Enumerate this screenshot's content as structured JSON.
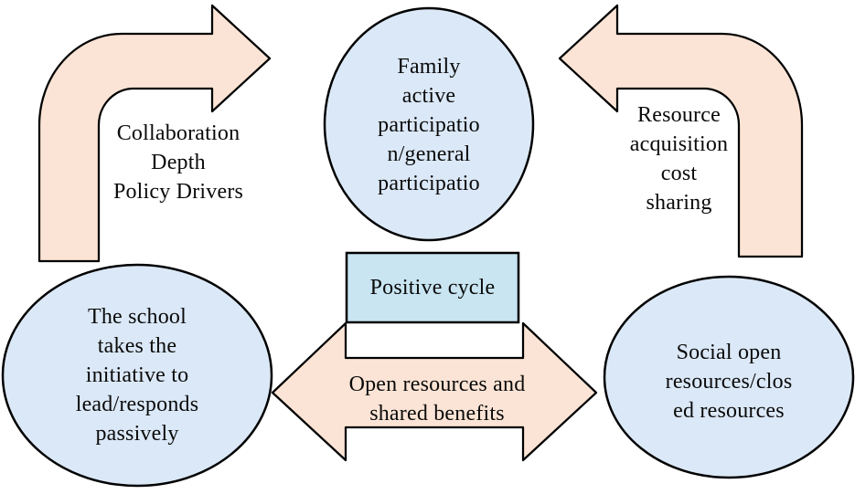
{
  "title": "Positive cycle diagram of school-family open resource collaboration",
  "colors": {
    "ellipse_fill": "#dbe8f7",
    "box_fill": "#c9e5f2",
    "arrow_fill": "#fbe4d5",
    "outline": "#000000",
    "background": "#ffffff",
    "text": "#0a0a0a"
  },
  "nodes": {
    "family": {
      "role": "top ellipse",
      "lines": [
        "Family",
        "active",
        "participatio",
        "n/general",
        "participatio"
      ]
    },
    "school": {
      "role": "bottom-left ellipse",
      "lines": [
        "The school",
        "takes the",
        "initiative to",
        "lead/responds",
        "passively"
      ]
    },
    "social": {
      "role": "bottom-right ellipse",
      "lines": [
        "Social open",
        "resources/clos",
        "ed resources"
      ]
    },
    "positive_cycle": {
      "role": "center box",
      "label": "Positive cycle"
    },
    "open_resources": {
      "role": "double-arrow label",
      "lines": [
        "Open resources and",
        "shared benefits"
      ]
    },
    "collaboration": {
      "role": "left curved-arrow label",
      "lines": [
        "Collaboration",
        "Depth",
        "Policy Drivers"
      ]
    },
    "resource": {
      "role": "right curved-arrow label",
      "lines": [
        "Resource",
        "acquisition",
        "cost",
        "sharing"
      ]
    }
  }
}
